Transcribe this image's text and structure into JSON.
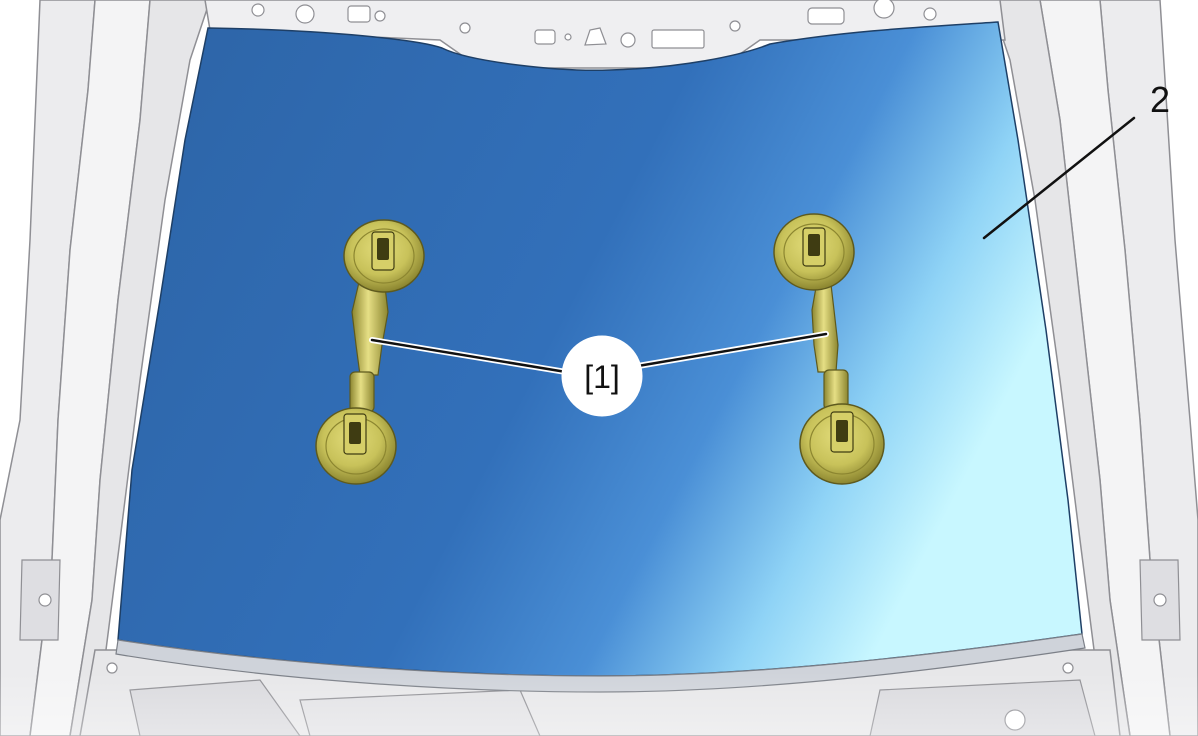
{
  "diagram": {
    "callouts": [
      {
        "id": "tool",
        "label": "[1]",
        "refers_to": "suction-cup-lifters"
      },
      {
        "id": "part",
        "label": "2",
        "refers_to": "windshield-glass"
      }
    ],
    "colors": {
      "glass_dark": "#2d64a6",
      "glass_mid": "#3677c2",
      "glass_light": "#b8f2ff",
      "cup_fill": "#c8c25a",
      "cup_shade": "#8c8630",
      "frame_fill": "#e9e9eb",
      "frame_line": "#8f8f94",
      "leader": "#111111",
      "callout_bg": "#ffffff"
    }
  }
}
